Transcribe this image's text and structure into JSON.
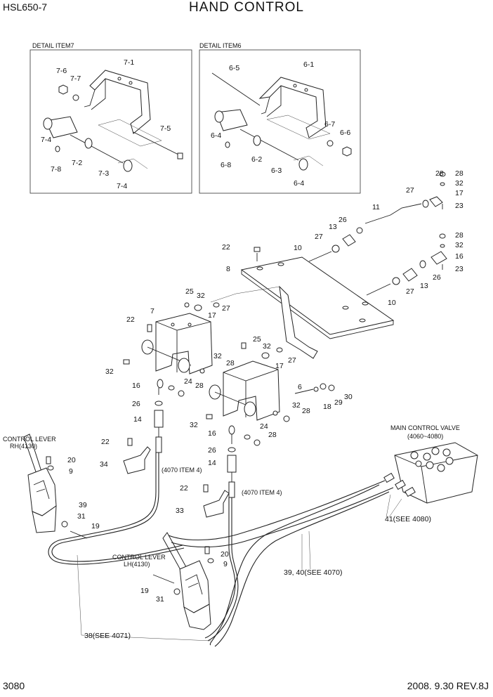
{
  "header": {
    "model": "HSL650-7",
    "title": "HAND CONTROL"
  },
  "footer": {
    "page": "3080",
    "revision": "2008. 9.30  REV.8J"
  },
  "details": {
    "item7_title": "DETAIL ITEM7",
    "item6_title": "DETAIL ITEM6"
  },
  "callouts": {
    "d7_1": "7-1",
    "d7_6": "7-6",
    "d7_7": "7-7",
    "d7_5": "7-5",
    "d7_4a": "7-4",
    "d7_8": "7-8",
    "d7_2": "7-2",
    "d7_3": "7-3",
    "d7_4b": "7-4",
    "d6_5": "6-5",
    "d6_1": "6-1",
    "d6_4a": "6-4",
    "d6_7": "6-7",
    "d6_6": "6-6",
    "d6_8": "6-8",
    "d6_2": "6-2",
    "d6_3": "6-3",
    "d6_4b": "6-4",
    "c28a": "28",
    "c32a": "32",
    "c17a": "17",
    "c23a": "23",
    "c27a": "27",
    "c11": "11",
    "c26a": "26",
    "c13a": "13",
    "c27b": "27",
    "c22a": "22",
    "c10a": "10",
    "c8": "8",
    "c28b": "28",
    "c32b": "32",
    "c16a": "16",
    "c23b": "23",
    "c13b": "13",
    "c26b": "26",
    "c27c": "27",
    "c10b": "10",
    "c25a": "25",
    "c32c": "32",
    "c7": "7",
    "c27d": "27",
    "c17b": "17",
    "c22b": "22",
    "c25b": "25",
    "c32d": "32",
    "c17c": "17",
    "c27e": "27",
    "c32e": "32",
    "c32f": "32",
    "c28c": "28",
    "c24a": "24",
    "c28d": "28",
    "c16b": "16",
    "c6": "6",
    "c26c": "26",
    "c14a": "14",
    "c18": "18",
    "c29": "29",
    "c30": "30",
    "c32g": "32",
    "c28e": "28",
    "c32h": "32",
    "c16c": "16",
    "c24b": "24",
    "c28f": "28",
    "c26d": "26",
    "c14b": "14",
    "c22c": "22",
    "c34": "34",
    "c20a": "20",
    "c9a": "9",
    "c39": "39",
    "c31a": "31",
    "c19a": "19",
    "c22d": "22",
    "c33": "33",
    "c20b": "20",
    "c9b": "9",
    "c19b": "19",
    "c31b": "31",
    "ref4070a": "(4070 ITEM 4)",
    "ref4070b": "(4070 ITEM 4)",
    "ref41": "41(SEE 4080)",
    "ref39": "39, 40(SEE 4070)",
    "ref38": "38(SEE 4071)"
  },
  "labels": {
    "cl_rh_1": "CONTROL LEVER",
    "cl_rh_2": "RH(4130)",
    "cl_lh_1": "CONTROL LEVER",
    "cl_lh_2": "LH(4130)",
    "mcv_1": "MAIN CONTROL VALVE",
    "mcv_2": "(4060~4080)"
  }
}
